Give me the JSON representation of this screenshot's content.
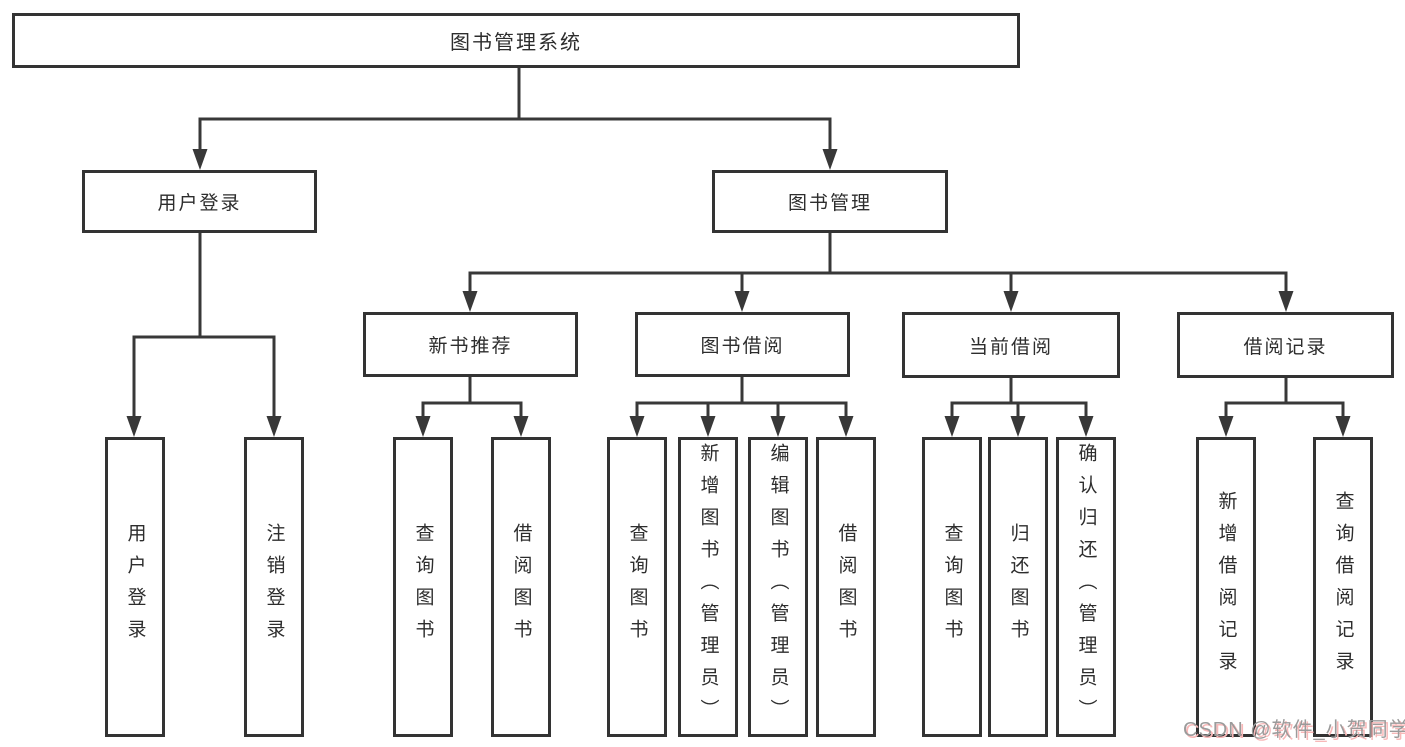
{
  "nodes": {
    "root": "图书管理系统",
    "level1": [
      "用户登录",
      "图书管理"
    ],
    "level2": [
      "新书推荐",
      "图书借阅",
      "当前借阅",
      "借阅记录"
    ],
    "leaves": [
      "用户登录",
      "注销登录",
      "查询图书",
      "借阅图书",
      "查询图书",
      "新增图书（管理员）",
      "编辑图书（管理员）",
      "借阅图书",
      "查询图书",
      "归还图书",
      "确认归还（管理员）",
      "新增借阅记录",
      "查询借阅记录"
    ]
  },
  "watermark": "CSDN @软件_小贺同学",
  "colors": {
    "line": "#383838",
    "box_border": "#333333",
    "text": "#2d2d2d",
    "watermark_text": "#9b9b9b",
    "watermark_shadow": "#f8b8b8"
  }
}
